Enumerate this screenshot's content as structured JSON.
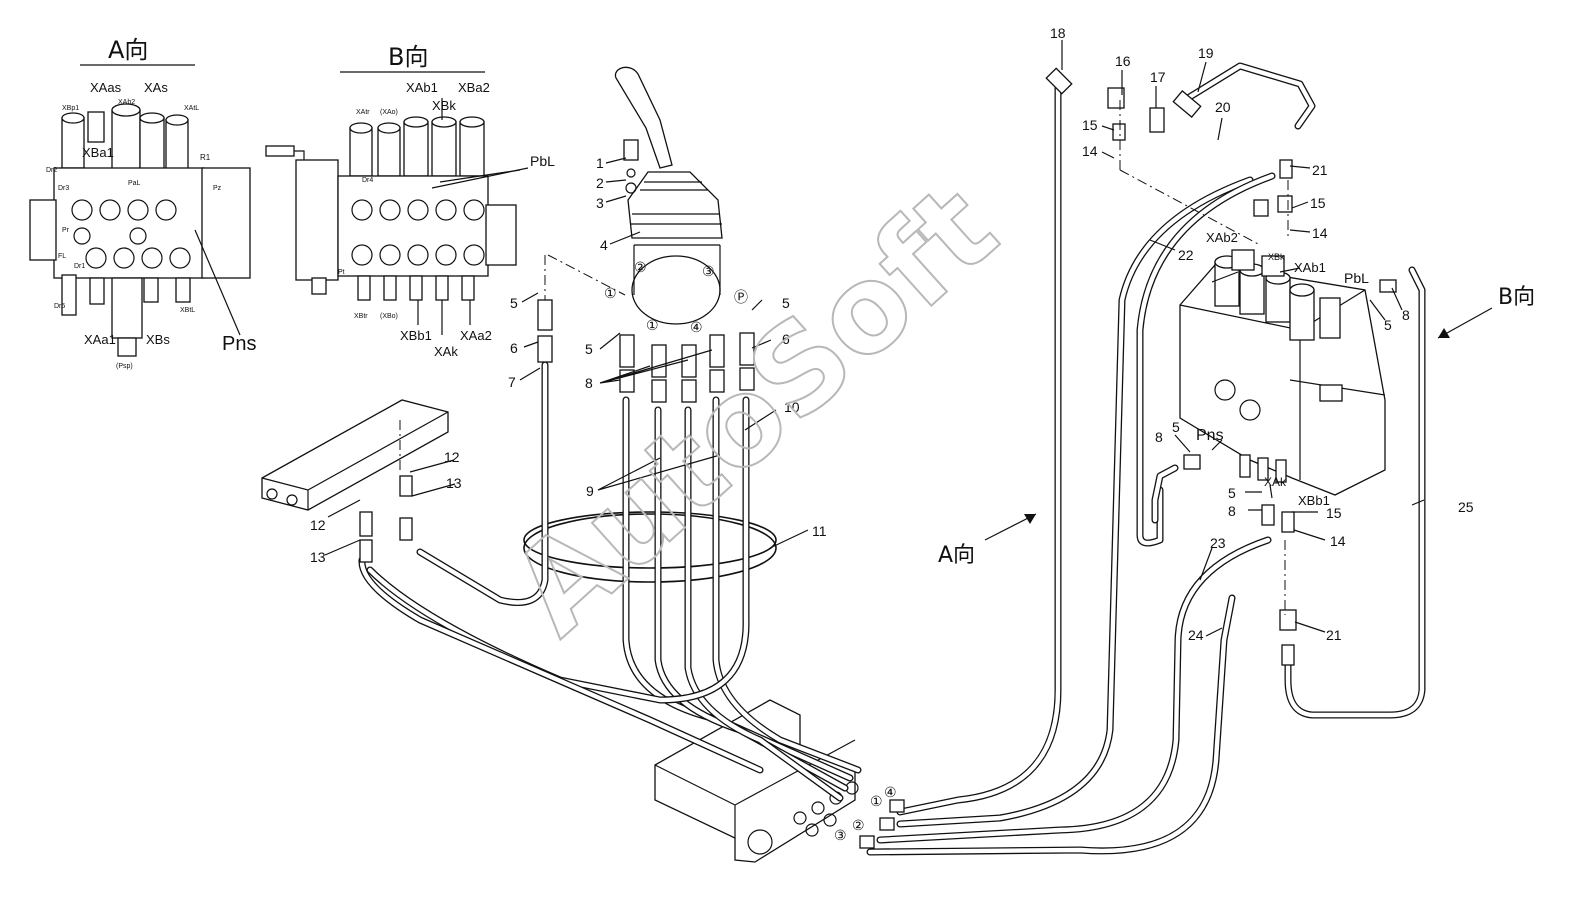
{
  "views": {
    "a_title": "A向",
    "b_title": "B向",
    "a_arrow_label": "A向",
    "b_arrow_label": "B向"
  },
  "view_a_labels": [
    "XAas",
    "XAs",
    "XBp1",
    "XAb2",
    "XAtL",
    "XBa1",
    "R1",
    "Dr2",
    "PaL",
    "Pz",
    "Dr3",
    "Pr",
    "FL",
    "Dr1",
    "Dr5",
    "XAa1",
    "XBs",
    "XBtL",
    "Pns",
    "(Psp)"
  ],
  "view_b_labels": [
    "XAb1",
    "XBa2",
    "XBk",
    "XAtr",
    "(XAo)",
    "PbL",
    "Dr4",
    "Pt",
    "XBtr",
    "(XBo)",
    "XBb1",
    "XAk",
    "XAa2"
  ],
  "block_labels": [
    "XAb2",
    "XBk",
    "XAb1",
    "PbL",
    "Pns",
    "XAk",
    "XBb1"
  ],
  "circled_ports": [
    "①",
    "②",
    "③",
    "④",
    "Ⓟ"
  ],
  "part_numbers": [
    "1",
    "2",
    "3",
    "4",
    "5",
    "6",
    "7",
    "8",
    "9",
    "10",
    "11",
    "12",
    "13",
    "14",
    "15",
    "16",
    "17",
    "18",
    "19",
    "20",
    "21",
    "22",
    "23",
    "24",
    "25"
  ],
  "watermark": "AutoSoft",
  "colors": {
    "ink": "#111111",
    "watermark": "#b8b8b8",
    "paper": "#ffffff"
  }
}
